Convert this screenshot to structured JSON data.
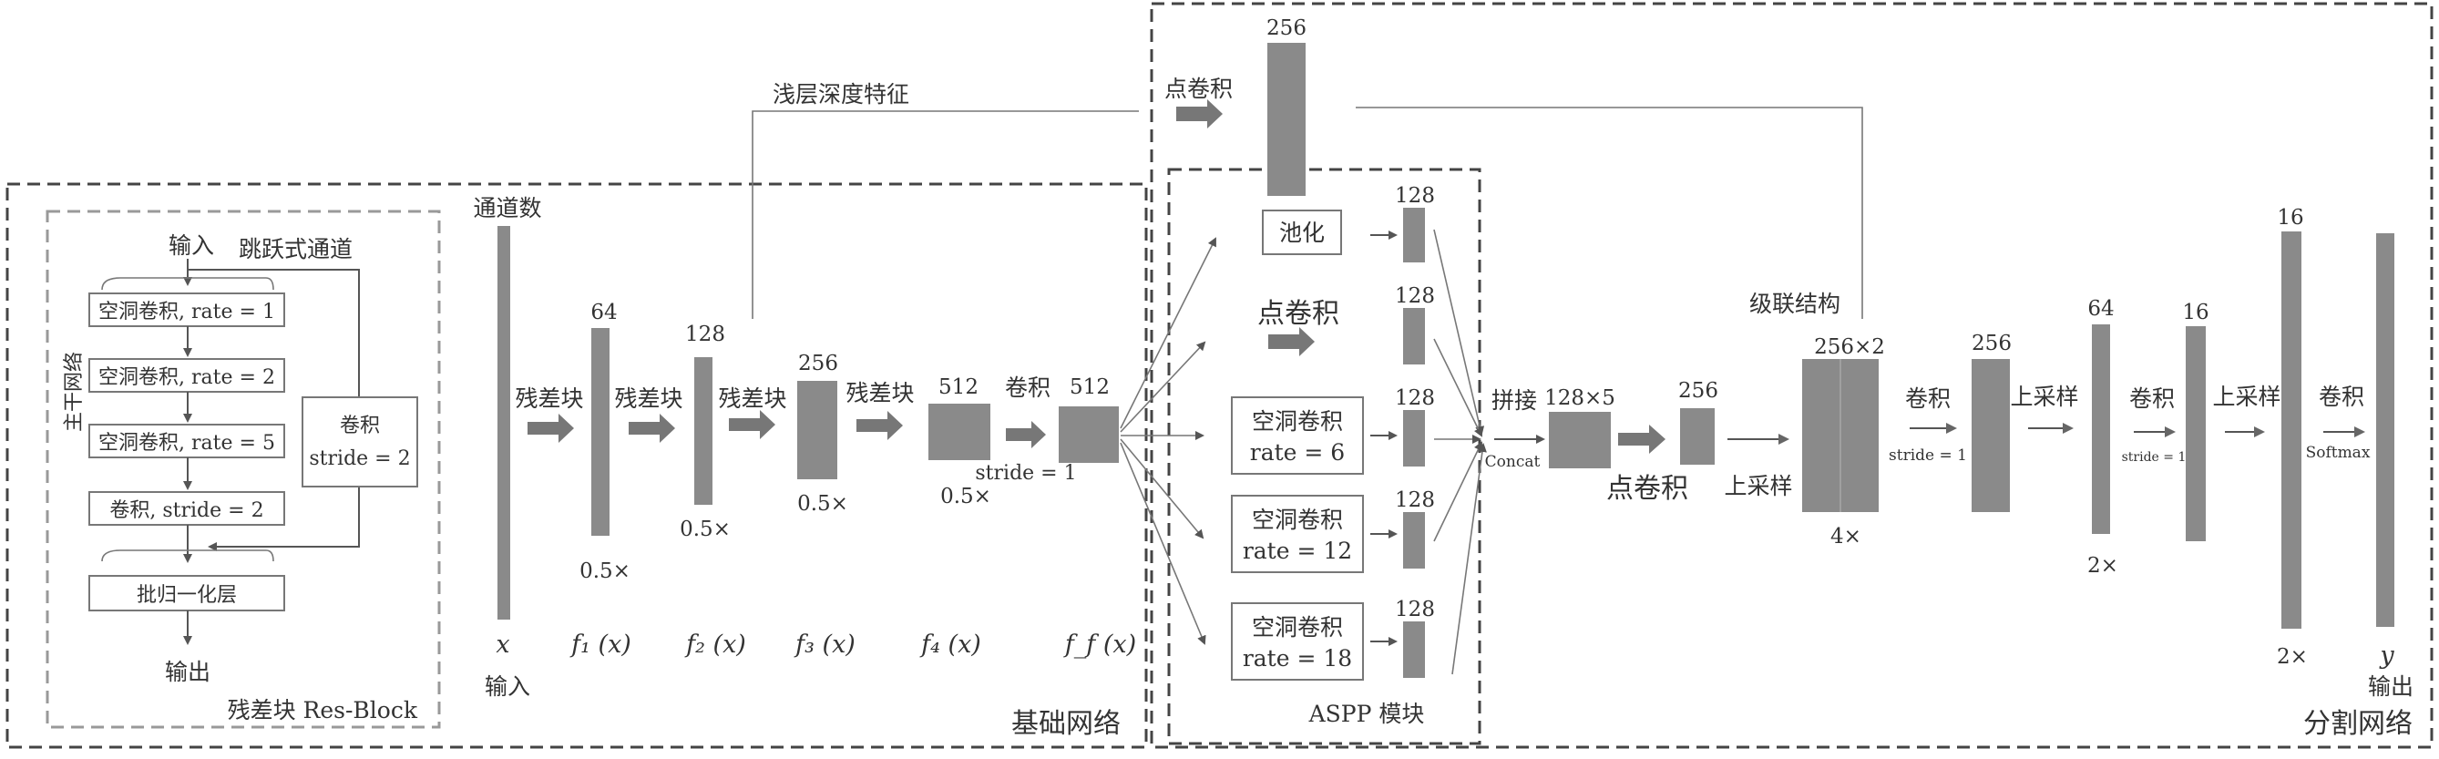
{
  "res_block": {
    "input": "输入",
    "skip": "跳跃式通道",
    "conv1": "空洞卷积, rate = 1",
    "conv2": "空洞卷积, rate = 2",
    "conv5": "空洞卷积, rate = 5",
    "conv_stride": "卷积, stride = 2",
    "side_conv": "卷积",
    "side_stride": "stride = 2",
    "bn": "批归一化层",
    "output": "输出",
    "backbone": "主干网络",
    "title": "残差块 Res-Block"
  },
  "base": {
    "channels_label": "通道数",
    "res_label": "残差块",
    "conv_label": "卷积",
    "stride1": "stride = 1",
    "c64": "64",
    "c128": "128",
    "c256": "256",
    "c512a": "512",
    "c512b": "512",
    "s05a": "0.5×",
    "s05b": "0.5×",
    "s05c": "0.5×",
    "s05d": "0.5×",
    "x": "x",
    "input": "输入",
    "f1": "f₁ (x)",
    "f2": "f₂ (x)",
    "f3": "f₃ (x)",
    "f4": "f₄ (x)",
    "ff": "f_f (x)",
    "title": "基础网络"
  },
  "shallow": "浅层深度特征",
  "aspp": {
    "top_c": "256",
    "pointconv_top": "点卷积",
    "pool": "池化",
    "pointconv": "点卷积",
    "atrous": "空洞卷积",
    "r6": "rate = 6",
    "r12": "rate = 12",
    "r18": "rate = 18",
    "c128a": "128",
    "c128b": "128",
    "c128c": "128",
    "c128d": "128",
    "c128e": "128",
    "title": "ASPP 模块"
  },
  "seg": {
    "concat_cn": "拼接",
    "concat_en": "Concat",
    "c128x5": "128×5",
    "c256a": "256",
    "pointconv": "点卷积",
    "upsample": "上采样",
    "cascade": "级联结构",
    "c256x2": "256×2",
    "s4x": "4×",
    "conv": "卷积",
    "stride1a": "stride = 1",
    "c256b": "256",
    "up2": "上采样",
    "c64": "64",
    "s2xa": "2×",
    "conv2": "卷积",
    "stride1b": "stride = 1",
    "c16a": "16",
    "up3": "上采样",
    "c16b": "16",
    "s2xb": "2×",
    "conv3": "卷积",
    "softmax": "Softmax",
    "y": "y",
    "output": "输出",
    "title": "分割网络"
  }
}
